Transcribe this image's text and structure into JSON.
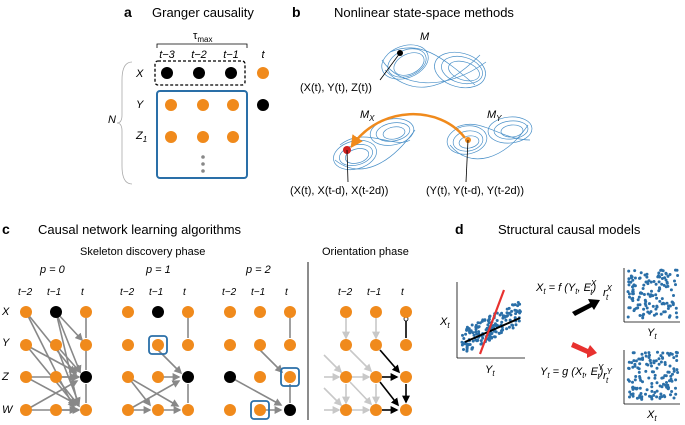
{
  "panel_a": {
    "letter": "a",
    "title": "Granger causality",
    "tau_label": "τ",
    "tau_sub": "max",
    "time_labels": [
      "t−3",
      "t−2",
      "t−1",
      "t"
    ],
    "row_labels": [
      "X",
      "Y",
      "Z"
    ],
    "z_sub": "1",
    "n_label": "N"
  },
  "panel_b": {
    "letter": "b",
    "title": "Nonlinear state-space methods",
    "manifold": "M",
    "manifold_x": "M",
    "manifold_x_sub": "X",
    "manifold_y": "M",
    "manifold_y_sub": "Y",
    "point_label": "(X(t), Y(t), Z(t))",
    "delay_x_label": "(X(t), X(t-d), X(t-2d))",
    "delay_y_label": "(Y(t), Y(t-d), Y(t-2d))"
  },
  "panel_c": {
    "letter": "c",
    "title": "Causal network learning algorithms",
    "skeleton_label": "Skeleton discovery phase",
    "orientation_label": "Orientation phase",
    "p_labels": [
      "p = 0",
      "p = 1",
      "p = 2"
    ],
    "time_labels": [
      "t−2",
      "t−1",
      "t"
    ],
    "row_labels": [
      "X",
      "Y",
      "Z",
      "W"
    ]
  },
  "panel_d": {
    "letter": "d",
    "title": "Structural causal models",
    "eq1": "X_t = f (Y_t, E_t^X)",
    "eq2": "Y_t = g (X_t, E_t^Y)",
    "axis_x": "Y",
    "axis_y": "X",
    "axis_sub": "t",
    "r_label": "r",
    "r_sub": "t",
    "r_sup_x": "X",
    "r_sup_y": "Y"
  },
  "colors": {
    "orange": "#f08a1c",
    "black": "#000000",
    "blue": "#2a6fa8",
    "light_blue": "#4a90c8",
    "gray": "#888888",
    "light_gray": "#c8c8c8",
    "red": "#e8312f",
    "red_dark": "#d02020"
  }
}
